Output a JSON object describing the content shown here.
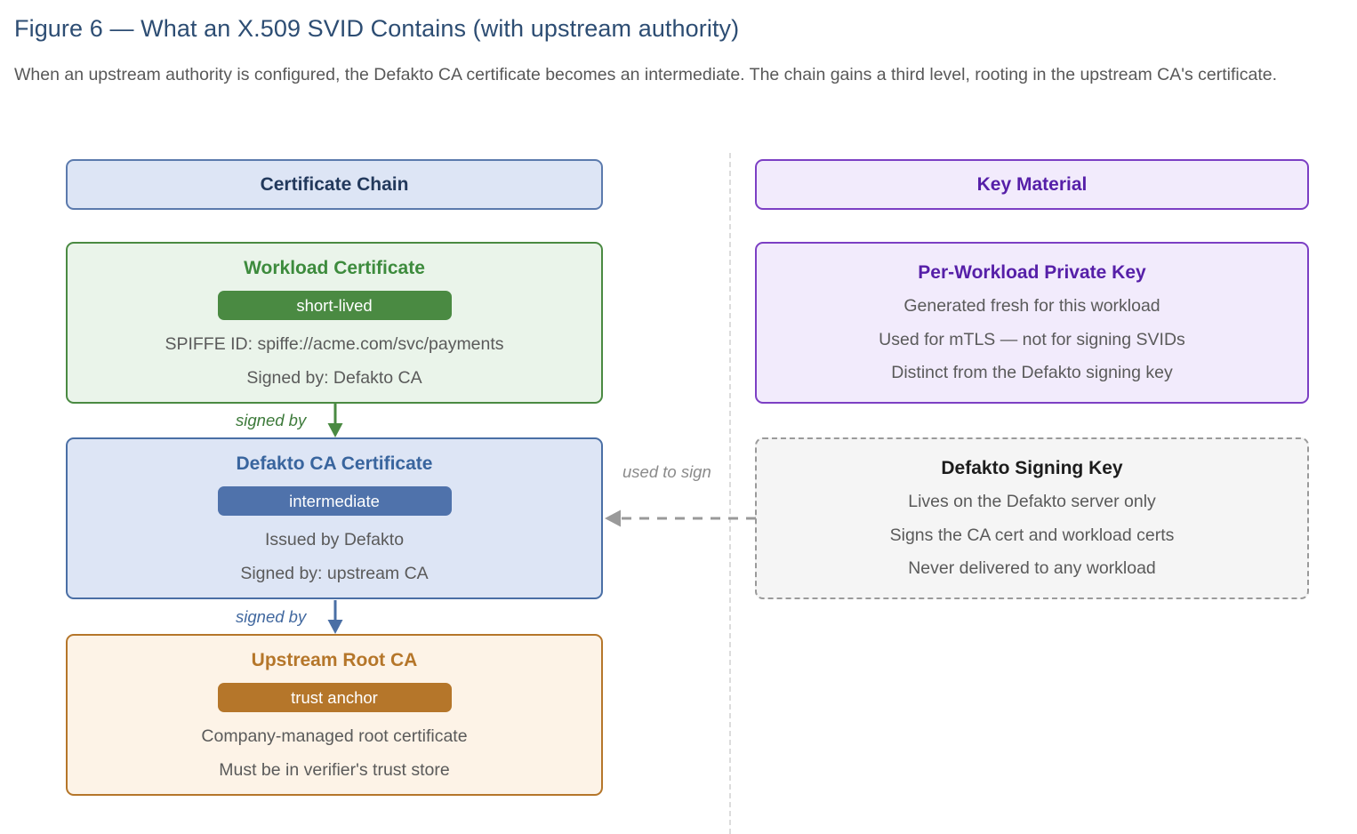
{
  "figure": {
    "title": "Figure 6 — What an X.509 SVID Contains (with upstream authority)",
    "subtitle": "When an upstream authority is configured, the Defakto CA certificate becomes an intermediate. The chain gains a third level, rooting in the upstream CA's certificate."
  },
  "columns": {
    "left": {
      "header": "Certificate Chain"
    },
    "right": {
      "header": "Key Material"
    }
  },
  "nodes": {
    "workload_certificate": {
      "title": "Workload Certificate",
      "badge": "short-lived",
      "lines": [
        "SPIFFE ID: spiffe://acme.com/svc/payments",
        "Signed by: Defakto CA"
      ]
    },
    "defakto_ca_certificate": {
      "title": "Defakto CA Certificate",
      "badge": "intermediate",
      "lines": [
        "Issued by Defakto",
        "Signed by: upstream CA"
      ]
    },
    "upstream_root_ca": {
      "title": "Upstream Root CA",
      "badge": "trust anchor",
      "lines": [
        "Company-managed root certificate",
        "Must be in verifier's trust store"
      ]
    },
    "private_key": {
      "title": "Per-Workload Private Key",
      "lines": [
        "Generated fresh for this workload",
        "Used for mTLS — not for signing SVIDs",
        "Distinct from the Defakto signing key"
      ]
    },
    "signing_key": {
      "title": "Defakto Signing Key",
      "lines": [
        "Lives on the Defakto server only",
        "Signs the CA cert and workload certs",
        "Never delivered to any workload"
      ]
    }
  },
  "edges": {
    "workload_to_ca": "signed by",
    "ca_to_root": "signed by",
    "signing_key_to_ca": "used to sign"
  },
  "colors": {
    "title": "#2d4d73",
    "body_text": "#585858",
    "chain_header_fill": "#dde5f5",
    "chain_header_border": "#5b7aad",
    "key_header_fill": "#f2ebfc",
    "key_header_border": "#7c3fc4",
    "green_border": "#4a8a42",
    "green_fill": "#eaf4ea",
    "green_title": "#3d8b3d",
    "blue_border": "#4a6fa5",
    "blue_fill": "#dde5f5",
    "blue_title": "#39659e",
    "orange_border": "#b5762a",
    "orange_fill": "#fdf3e7",
    "purple_border": "#7c3fc4",
    "purple_fill": "#f2ebfc",
    "purple_title": "#561fa8",
    "dashed_gray": "#9a9a9a",
    "gray_fill": "#f5f5f5",
    "divider": "#dcdcdc"
  }
}
